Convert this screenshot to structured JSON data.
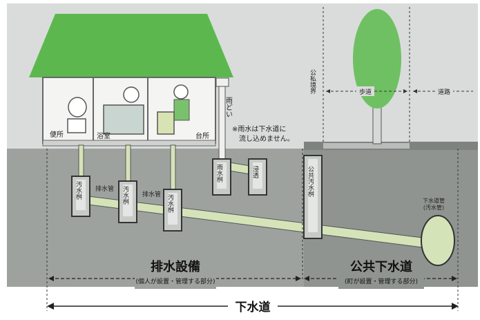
{
  "house_rooms": {
    "toilet": "便所",
    "bathroom": "浴室",
    "kitchen": "台所"
  },
  "downspout": "雨どい",
  "rain_note_line1": "※雨水は下水道に",
  "rain_note_line2": "流し込めません。",
  "pipes": {
    "drain_pipe_1": "排水管",
    "drain_pipe_2": "排水管"
  },
  "basins": {
    "sewage_basin_1": "汚水桝",
    "sewage_basin_2": "汚水桝",
    "sewage_basin_3": "汚水桝",
    "rain_basin": "雨水桝",
    "infiltration_basin": "浸透",
    "public_basin": "公共汚水桝"
  },
  "boundary_label": "公私境界",
  "sidewalk_label": "歩道",
  "road_label": "道路",
  "sewer_main_line1": "下水道管",
  "sewer_main_line2": "(汚水管)",
  "sections": {
    "drainage_title": "排水設備",
    "drainage_sub": "(個人が設置・管理する部分)",
    "public_title": "公共下水道",
    "public_sub": "(町が設置・管理する部分)",
    "overall": "下水道"
  },
  "colors": {
    "roof": "#5cb84e",
    "ground": "#8f9491",
    "ground_light": "#b5b9b6",
    "sky": "#d9dcdb",
    "pipe": "#d5e3b8",
    "tree": "#6fc063"
  }
}
